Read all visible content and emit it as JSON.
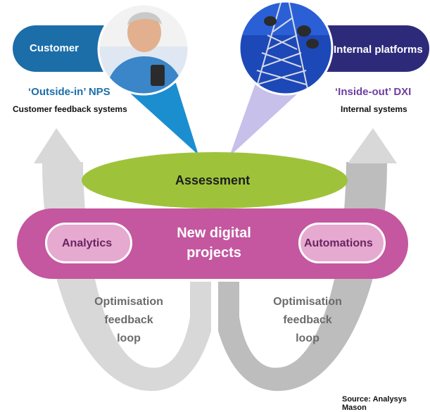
{
  "customer": {
    "label": "Customer",
    "perspective": "‘Outside-in’ NPS",
    "systems": "Customer  feedback systems"
  },
  "internal": {
    "label": "Internal platforms",
    "perspective": "‘Inside-out’ DXI",
    "systems": "Internal systems"
  },
  "assessment": {
    "label": "Assessment"
  },
  "projects": {
    "line1": "New digital",
    "line2": "projects",
    "left": "Analytics",
    "right": "Automations"
  },
  "loops": {
    "left": [
      "Optimisation",
      "feedback",
      "loop"
    ],
    "right": [
      "Optimisation",
      "feedback",
      "loop"
    ]
  },
  "source": "Source: Analysys Mason",
  "colors": {
    "customer_blue": "#1b6ea8",
    "internal_navy": "#2e2a7a",
    "assessment_green": "#9ec33b",
    "projects_magenta": "#c4579f",
    "inner_pill_pink": "#e6a9d0",
    "loop_grey": "#d3d3d3"
  }
}
